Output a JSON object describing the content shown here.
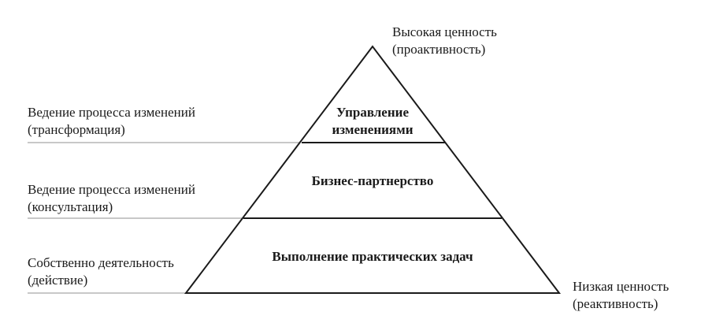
{
  "diagram": {
    "top_annotation": {
      "line1": "Высокая ценность",
      "line2": "(проактивность)"
    },
    "bottom_annotation": {
      "line1": "Низкая ценность",
      "line2": "(реактивность)"
    },
    "tiers": [
      {
        "name_line1": "Управление",
        "name_line2": "изменениями",
        "side_line1": "Ведение процесса изменений",
        "side_line2": "(трансформация)"
      },
      {
        "name_line1": "Бизнес-партнерство",
        "side_line1": "Ведение процесса изменений",
        "side_line2": "(консультация)"
      },
      {
        "name_line1": "Выполнение практических задач",
        "side_line1": "Собственно деятельность",
        "side_line2": "(действие)"
      }
    ],
    "colors": {
      "outline": "#1a1a1a",
      "guide_line": "#b5b5b5",
      "text": "#1a1a1a",
      "background": "#ffffff"
    }
  }
}
